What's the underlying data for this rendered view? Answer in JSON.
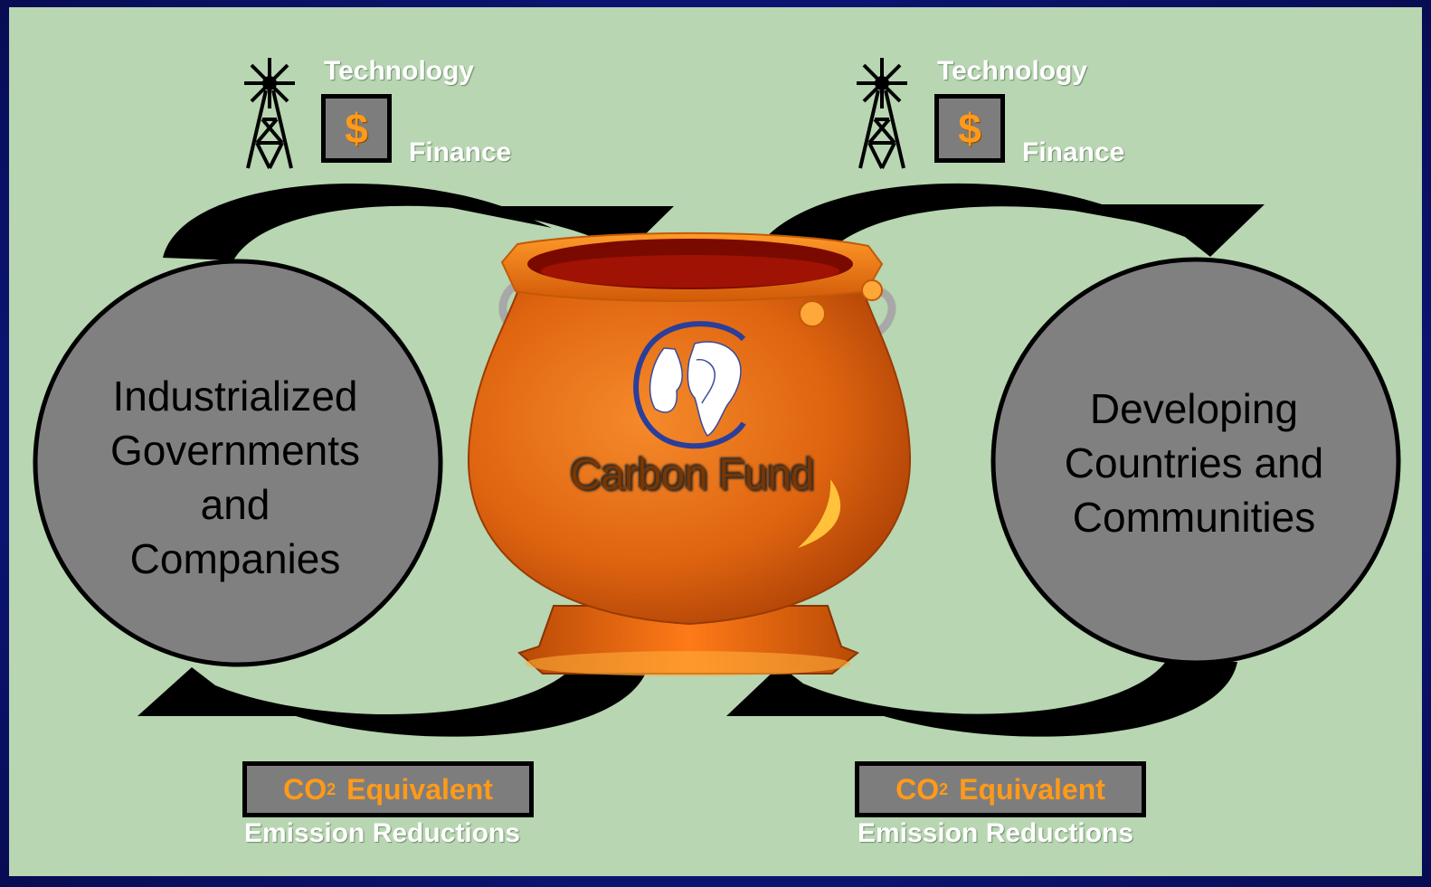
{
  "left_party": {
    "lines": [
      "Industrialized",
      "Governments",
      "and",
      "Companies"
    ]
  },
  "right_party": {
    "lines": [
      "Developing",
      "Countries and",
      "Communities"
    ]
  },
  "center": {
    "label": "Carbon Fund"
  },
  "flows": {
    "left_top": {
      "top_label": "Technology",
      "bottom_label": "Finance",
      "symbol": "$"
    },
    "right_top": {
      "top_label": "Technology",
      "bottom_label": "Finance",
      "symbol": "$"
    },
    "left_bottom": {
      "box_co2": "CO",
      "box_sub": "2",
      "box_rest": "Equivalent",
      "caption": "Emission Reductions"
    },
    "right_bottom": {
      "box_co2": "CO",
      "box_sub": "2",
      "box_rest": "Equivalent",
      "caption": "Emission Reductions"
    }
  },
  "icons": [
    "windmill-icon",
    "dollar-icon",
    "globe-logo-icon",
    "cauldron-icon",
    "curved-arrow-icon"
  ],
  "colors": {
    "background": "#b7d6b1",
    "frame": "#0b1470",
    "circle": "#808080",
    "pot": "#e06a10",
    "accent": "#ff9a1a"
  }
}
